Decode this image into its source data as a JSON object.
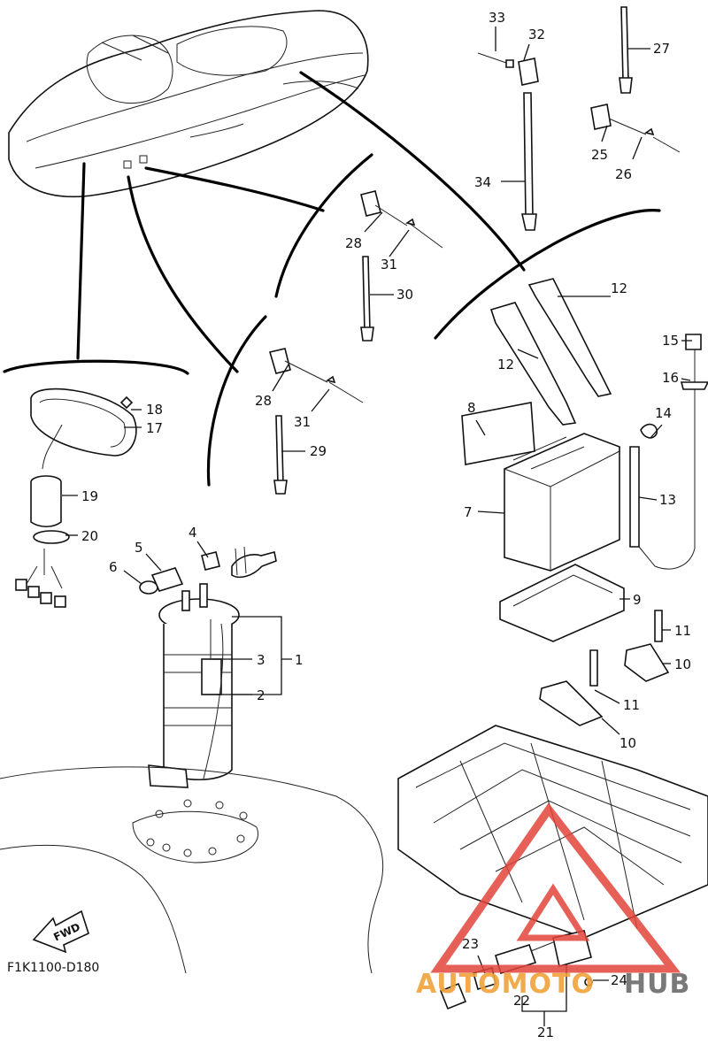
{
  "diagram_code": "F1K1100-D180",
  "fwd_label": "FWD",
  "watermark": {
    "text_a": "AUTOMOTO",
    "text_b": "HUB",
    "color_accent": "#e2443a",
    "color_orange": "#f0a33a",
    "color_gray": "#6b6b6b"
  },
  "callouts": {
    "c1": "1",
    "c2": "2",
    "c3": "3",
    "c4": "4",
    "c5": "5",
    "c6": "6",
    "c7": "7",
    "c8": "8",
    "c9": "9",
    "c10a": "10",
    "c10b": "10",
    "c11a": "11",
    "c11b": "11",
    "c12a": "12",
    "c12b": "12",
    "c13": "13",
    "c14": "14",
    "c15": "15",
    "c16": "16",
    "c17": "17",
    "c18": "18",
    "c19": "19",
    "c20": "20",
    "c21": "21",
    "c22": "22",
    "c23": "23",
    "c24": "24",
    "c25": "25",
    "c26": "26",
    "c27": "27",
    "c28a": "28",
    "c28b": "28",
    "c29": "29",
    "c30": "30",
    "c31a": "31",
    "c31b": "31",
    "c32": "32",
    "c33": "33",
    "c34": "34"
  }
}
